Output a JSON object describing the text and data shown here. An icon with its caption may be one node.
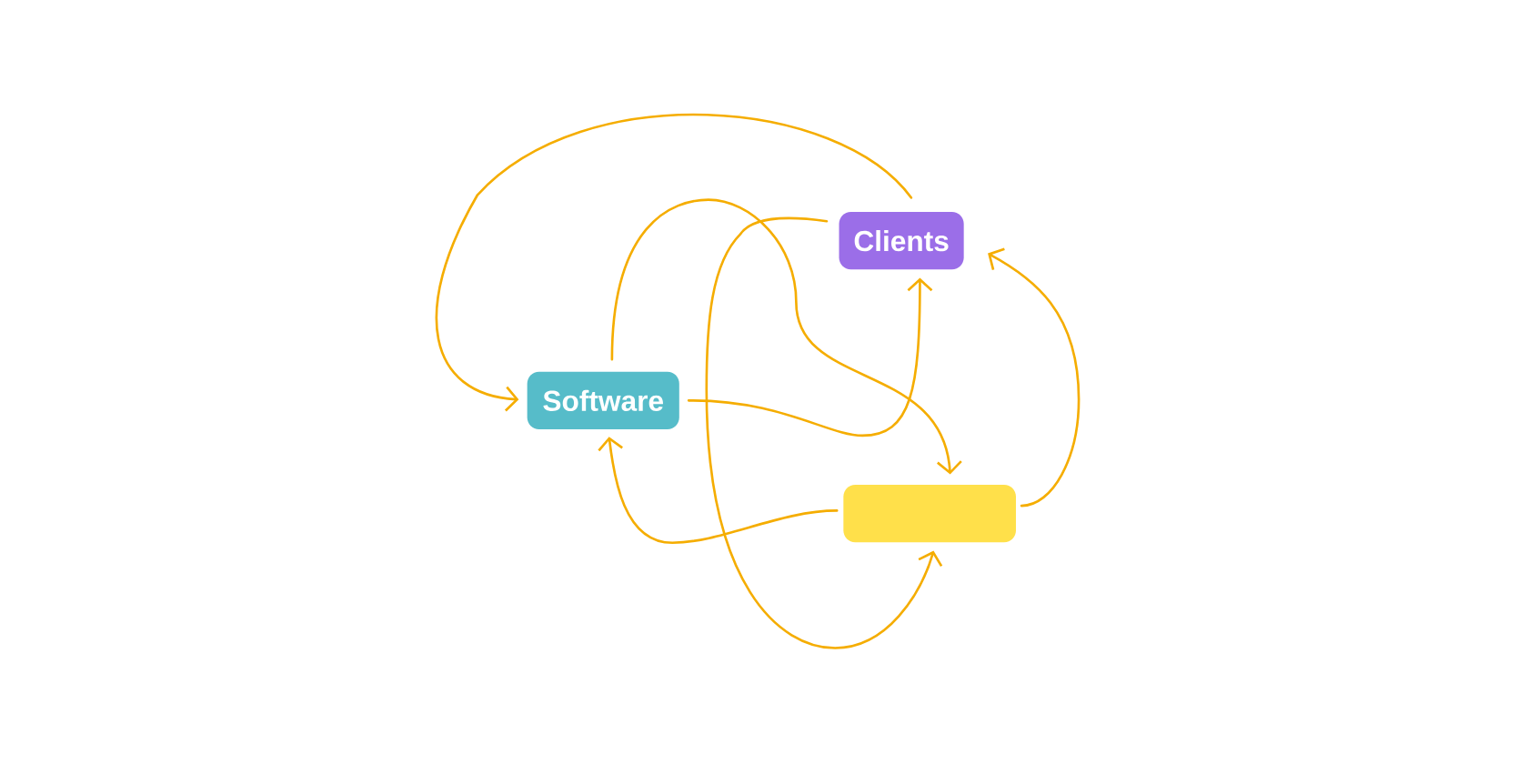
{
  "diagram": {
    "nodes": [
      {
        "text": [
          "Clients"
        ]
      },
      {
        "text": [
          "Software"
        ]
      },
      {
        "text": [],
        "shape": "box"
      }
    ],
    "edges": [
      {
        "from": 0,
        "to": 1,
        "arrow": "to"
      },
      {
        "from": 1,
        "to": 2,
        "arrow": "to"
      },
      {
        "from": 0,
        "to": 2,
        "arrow": "to"
      },
      {
        "from": 1,
        "to": 0,
        "arrow": "to"
      },
      {
        "from": 2,
        "to": 1,
        "arrow": "to"
      },
      {
        "from": 2,
        "to": 0,
        "arrow": "to"
      }
    ]
  }
}
